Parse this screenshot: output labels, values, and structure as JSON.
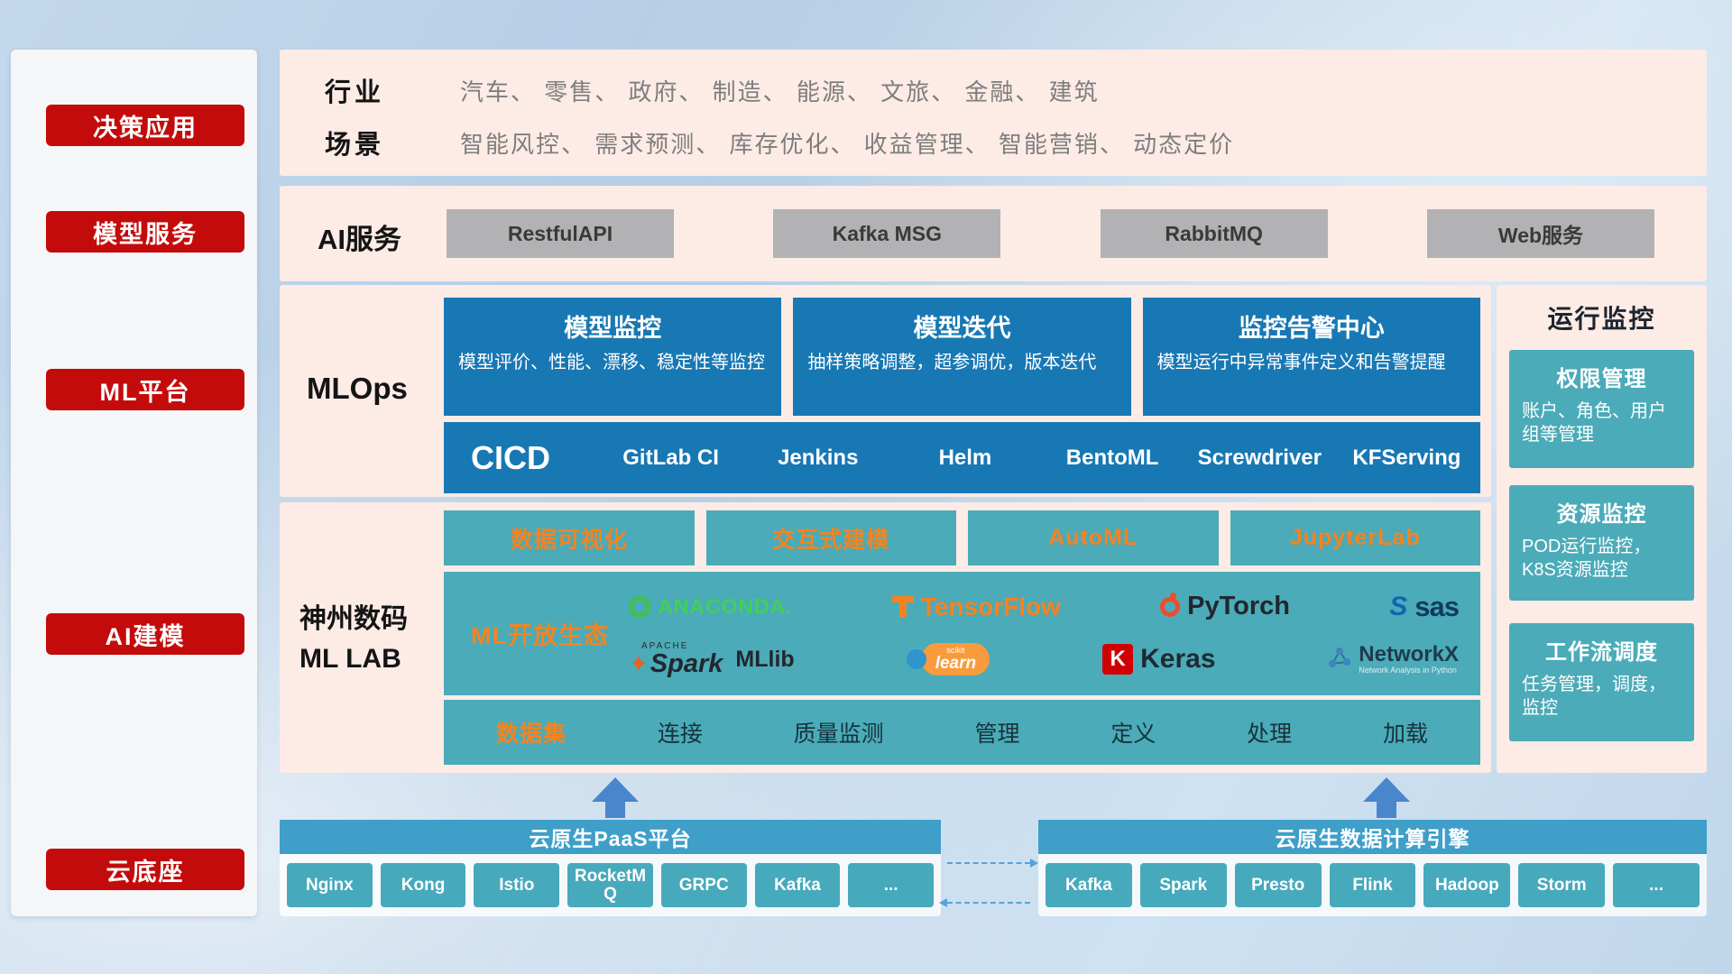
{
  "colors": {
    "accent_red": "#c40b0b",
    "panel_pink": "#fdebe6",
    "card_blue": "#1878b4",
    "teal": "#4babb8",
    "orange": "#f5831f",
    "header_blue": "#3f9fc9"
  },
  "sidebar": {
    "items": [
      {
        "label": "决策应用"
      },
      {
        "label": "模型服务"
      },
      {
        "label": "ML平台"
      },
      {
        "label": "AI建模"
      },
      {
        "label": "云底座"
      }
    ]
  },
  "industry": {
    "row1_label": "行业",
    "row1_value": "汽车、 零售、 政府、 制造、 能源、 文旅、 金融、 建筑",
    "row2_label": "场景",
    "row2_value": "智能风控、 需求预测、 库存优化、 收益管理、 智能营销、 动态定价"
  },
  "ai_service": {
    "label": "AI服务",
    "buttons": [
      {
        "label": "RestfulAPI"
      },
      {
        "label": "Kafka MSG"
      },
      {
        "label": "RabbitMQ"
      },
      {
        "label": "Web服务"
      }
    ]
  },
  "mlops": {
    "label": "MLOps",
    "cards": [
      {
        "title": "模型监控",
        "desc": "模型评价、性能、漂移、稳定性等监控"
      },
      {
        "title": "模型迭代",
        "desc": "抽样策略调整，超参调优，版本迭代"
      },
      {
        "title": "监控告警中心",
        "desc": "模型运行中异常事件定义和告警提醒"
      }
    ],
    "cicd_label": "CICD",
    "cicd_items": [
      {
        "label": "GitLab CI"
      },
      {
        "label": "Jenkins"
      },
      {
        "label": "Helm"
      },
      {
        "label": "BentoML"
      },
      {
        "label": "Screwdriver"
      },
      {
        "label": "KFServing"
      }
    ]
  },
  "mllab": {
    "label_line1": "神州数码",
    "label_line2": "ML LAB",
    "tools": [
      {
        "label": "数据可视化"
      },
      {
        "label": "交互式建模"
      },
      {
        "label": "AutoML"
      },
      {
        "label": "JupyterLab"
      }
    ],
    "ecosystem_label": "ML开放生态",
    "logos": {
      "anaconda": "ANACONDA.",
      "tensorflow": "TensorFlow",
      "pytorch": "PyTorch",
      "sas": "sas",
      "spark_small": "APACHE",
      "spark": "Spark",
      "mllib": "MLlib",
      "scikit_small": "scikit",
      "scikit": "learn",
      "keras_k": "K",
      "keras": "Keras",
      "networkx": "NetworkX",
      "networkx_sub": "Network Analysis in Python"
    },
    "dataset_label": "数据集",
    "dataset_items": [
      {
        "label": "连接"
      },
      {
        "label": "质量监测"
      },
      {
        "label": "管理"
      },
      {
        "label": "定义"
      },
      {
        "label": "处理"
      },
      {
        "label": "加载"
      }
    ]
  },
  "monitoring": {
    "title": "运行监控",
    "cards": [
      {
        "title": "权限管理",
        "desc": "账户、角色、用户组等管理"
      },
      {
        "title": "资源监控",
        "desc": "POD运行监控，K8S资源监控"
      },
      {
        "title": "工作流调度",
        "desc": "任务管理，调度，监控"
      }
    ]
  },
  "foundation": {
    "paas_title": "云原生PaaS平台",
    "paas_items": [
      {
        "label": "Nginx"
      },
      {
        "label": "Kong"
      },
      {
        "label": "Istio"
      },
      {
        "label": "RocketMQ"
      },
      {
        "label": "GRPC"
      },
      {
        "label": "Kafka"
      },
      {
        "label": "..."
      }
    ],
    "engine_title": "云原生数据计算引擎",
    "engine_items": [
      {
        "label": "Kafka"
      },
      {
        "label": "Spark"
      },
      {
        "label": "Presto"
      },
      {
        "label": "Flink"
      },
      {
        "label": "Hadoop"
      },
      {
        "label": "Storm"
      },
      {
        "label": "..."
      }
    ]
  }
}
